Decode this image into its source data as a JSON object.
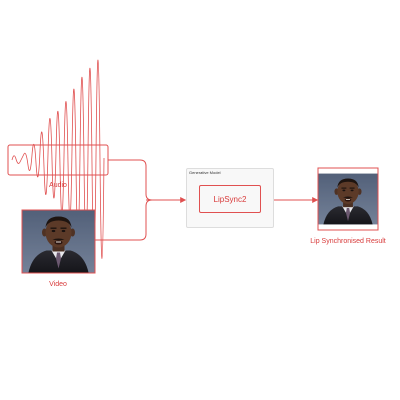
{
  "colors": {
    "accent": "#e05050",
    "label": "#d83a3a",
    "model_bg": "#f8f8f8",
    "model_border": "#dddddd"
  },
  "nodes": {
    "audio_label": "Audio",
    "video_label": "Video",
    "model_caption": "Generative Model",
    "model_name": "LipSync2",
    "result_label": "Lip Synchronised Result"
  },
  "icons": {
    "audio": "audio-waveform-icon",
    "video_frame": "presenter-portrait-image",
    "result_frame": "presenter-portrait-image"
  }
}
